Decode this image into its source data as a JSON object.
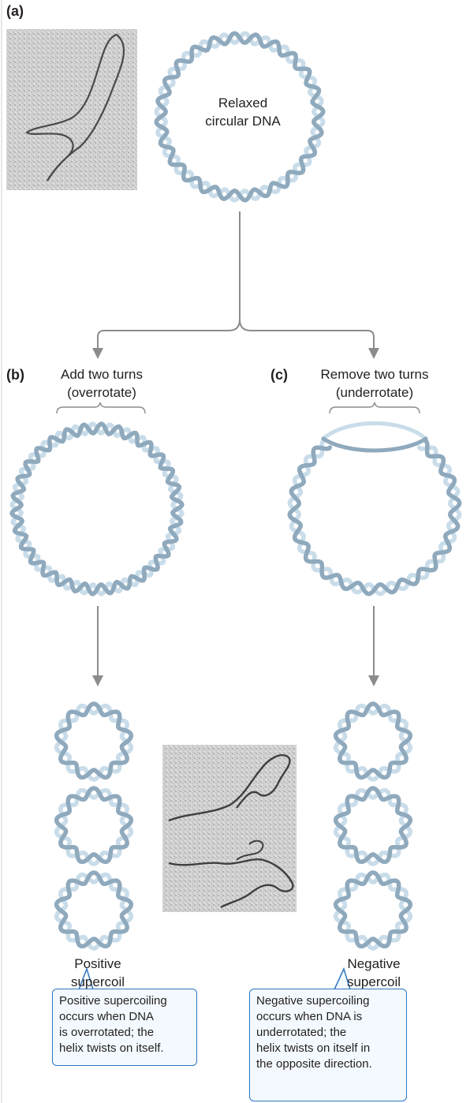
{
  "panels": {
    "a": {
      "letter": "(a)",
      "label_lines": [
        "Relaxed",
        "circular DNA"
      ]
    },
    "b": {
      "letter": "(b)",
      "label_lines": [
        "Add two turns",
        "(overrotate)"
      ]
    },
    "c": {
      "letter": "(c)",
      "label_lines": [
        "Remove two turns",
        "(underrotate)"
      ]
    }
  },
  "results": {
    "positive": {
      "label_lines": [
        "Positive",
        "supercoil"
      ],
      "note_lines": [
        "Positive supercoiling",
        "occurs when DNA",
        "is overrotated; the",
        "helix twists on itself."
      ]
    },
    "negative": {
      "label_lines": [
        "Negative",
        "supercoil"
      ],
      "note_lines": [
        "Negative supercoiling",
        "occurs when DNA is",
        "underrotated; the",
        "helix twists on itself in",
        "the opposite direction."
      ]
    }
  },
  "colors": {
    "helix_dark": "#8fa9bd",
    "helix_light": "#c9dce9",
    "arrow": "#8c8c8c",
    "callout_border": "#2f77bf",
    "callout_fill": "#f3f9fe",
    "micrograph": "#d9d9d9"
  },
  "images": {
    "micrograph_relaxed": "electron-micrograph-relaxed-dna",
    "micrograph_supercoiled": "electron-micrograph-supercoiled-dna"
  }
}
